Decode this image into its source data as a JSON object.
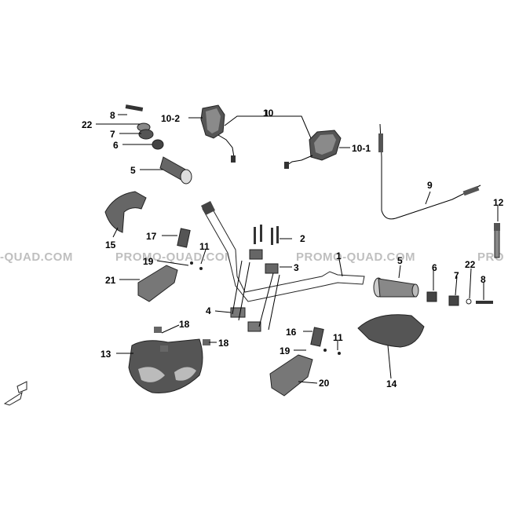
{
  "watermark": {
    "text_left": "-QUAD.COM",
    "text_mid1": "PROMO-QUAD.COM",
    "text_mid2": "PROMO-QUAD.COM",
    "text_right": "PRO"
  },
  "labels": {
    "l_10_2": "10-2",
    "l_10": "10",
    "l_10_1": "10-1",
    "l_8_top": "8",
    "l_22_top": "22",
    "l_7_top": "7",
    "l_6_top": "6",
    "l_5_top": "5",
    "l_9": "9",
    "l_12": "12",
    "l_15": "15",
    "l_17": "17",
    "l_19_left": "19",
    "l_11_left": "11",
    "l_21": "21",
    "l_2": "2",
    "l_1": "1",
    "l_3": "3",
    "l_4": "4",
    "l_5_right": "5",
    "l_6_right": "6",
    "l_7_right": "7",
    "l_22_right": "22",
    "l_8_right": "8",
    "l_18_a": "18",
    "l_18_b": "18",
    "l_13": "13",
    "l_16": "16",
    "l_19_right": "19",
    "l_11_right": "11",
    "l_20": "20",
    "l_14": "14"
  },
  "icons": {
    "front_arrow": "front-direction-arrow-icon"
  }
}
